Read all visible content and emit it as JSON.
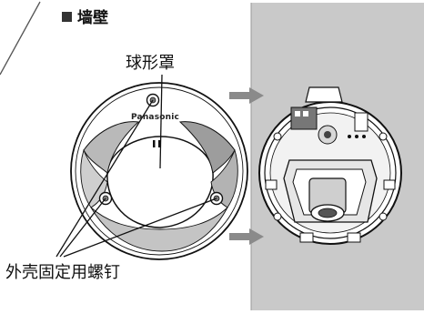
{
  "title": "墙壁",
  "labels": {
    "dome_cover": "球形罩",
    "housing_screws": "外壳固定用螺钉"
  },
  "brand": "Panasonic",
  "colors": {
    "wall": "#c9c9c9",
    "wall_edge": "#9a9a9a",
    "arrow": "#8a8a8a",
    "line": "#111111"
  }
}
